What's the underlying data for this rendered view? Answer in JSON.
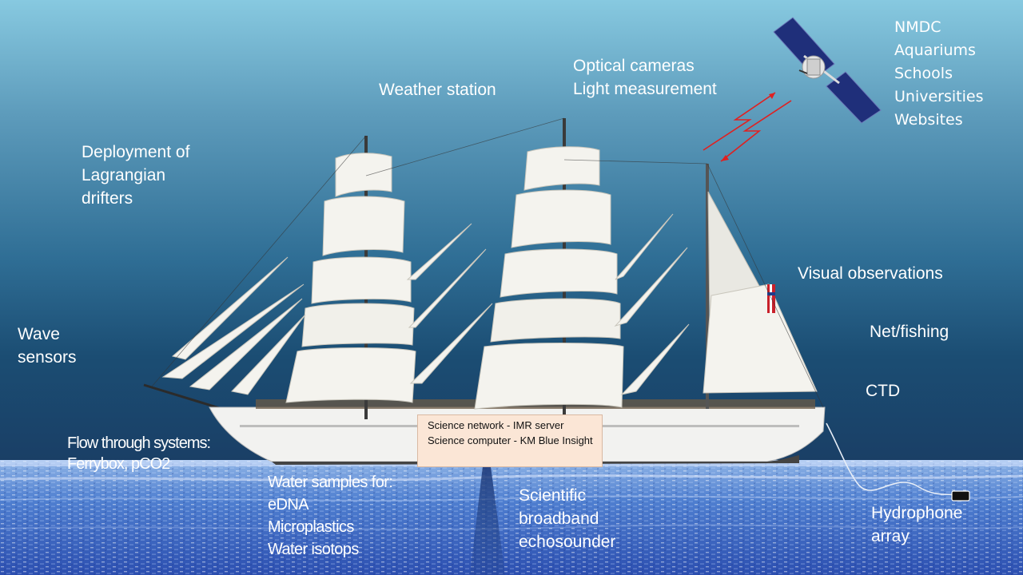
{
  "labels": {
    "weather_station": "Weather station",
    "optical": [
      "Optical cameras",
      "Light measurement"
    ],
    "satellite_targets": [
      "NMDC",
      "Aquariums",
      "Schools",
      "Universities",
      "Websites"
    ],
    "lagrangian": [
      "Deployment of",
      "Lagrangian",
      "drifters"
    ],
    "wave": [
      "Wave",
      "sensors"
    ],
    "visual_observations": "Visual observations",
    "net_fishing": "Net/fishing",
    "ctd": "CTD",
    "flow_through": [
      "Flow through systems:",
      "Ferrybox, pCO2"
    ],
    "water_samples": [
      "Water samples for:",
      "eDNA",
      "Microplastics",
      "Water isotops"
    ],
    "echosounder": [
      "Scientific",
      "broadband",
      "echosounder"
    ],
    "hydrophone": [
      "Hydrophone",
      "array"
    ],
    "science_box": [
      "Science network - IMR  server",
      "Science computer - KM Blue Insight"
    ]
  },
  "colors": {
    "text": "#ffffff",
    "link_arrow": "#e02020",
    "science_box_bg": "#fbe6d6"
  },
  "icons": {
    "satellite": "satellite-icon",
    "ship": "tall-ship-icon"
  }
}
